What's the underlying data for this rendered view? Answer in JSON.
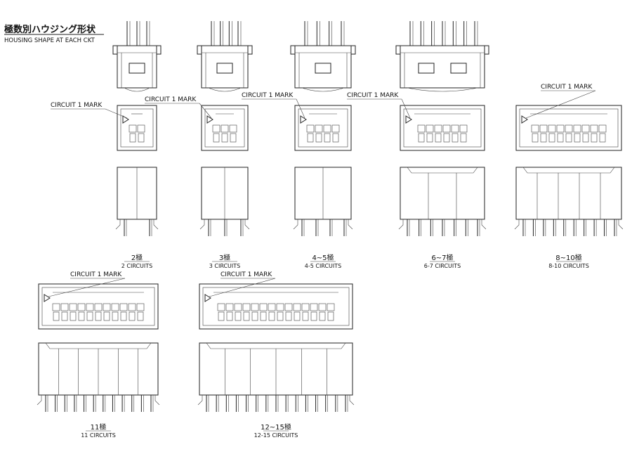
{
  "title_jp": "極数別ハウジング形状",
  "title_en": "HOUSING SHAPE AT EACH CKT",
  "circuit_mark_label": "CIRCUIT 1 MARK",
  "groups": [
    {
      "jp": "2極",
      "en": "2 CIRCUITS",
      "pins": 2
    },
    {
      "jp": "3極",
      "en": "3 CIRCUITS",
      "pins": 3
    },
    {
      "jp": "4~5極",
      "en": "4-5 CIRCUITS",
      "pins": 4
    },
    {
      "jp": "6~7極",
      "en": "6-7 CIRCUITS",
      "pins": 6
    },
    {
      "jp": "8~10極",
      "en": "8-10 CIRCUITS",
      "pins": 9
    },
    {
      "jp": "11極",
      "en": "11 CIRCUITS",
      "pins": 11
    },
    {
      "jp": "12~15極",
      "en": "12-15 CIRCUITS",
      "pins": 14
    }
  ]
}
